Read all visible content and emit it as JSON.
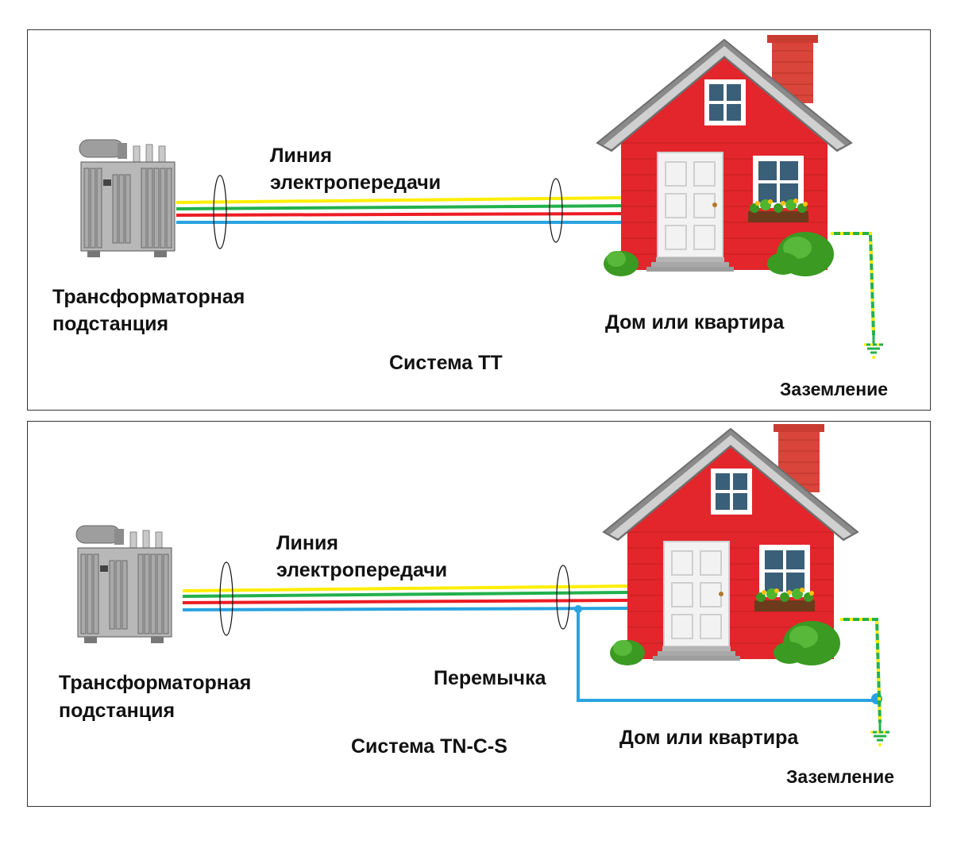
{
  "panels": [
    {
      "id": "tt",
      "system_label": "Система ТТ",
      "line_label": [
        "Линия",
        "электропередачи"
      ],
      "substation_label": [
        "Трансформаторная",
        "подстанция"
      ],
      "house_label": "Дом или квартира",
      "ground_label": "Заземление"
    },
    {
      "id": "tncs",
      "system_label": "Система TN-C-S",
      "line_label": [
        "Линия",
        "электропередачи"
      ],
      "substation_label": [
        "Трансформаторная",
        "подстанция"
      ],
      "house_label": "Дом или квартира",
      "ground_label": "Заземление",
      "jumper_label": "Перемычка"
    }
  ],
  "colors": {
    "wire_yellow": "#ffee00",
    "wire_green": "#22b14c",
    "wire_red": "#ed1c24",
    "wire_blue": "#29a3e0",
    "house_wall": "#e2262b",
    "roof": "#8a8a8a",
    "door": "#f2f2f2",
    "bush": "#3a9a22",
    "chimney": "#d9453a"
  },
  "icons": [
    "transformer-icon",
    "house-icon",
    "ground-symbol-icon",
    "cable-clamp-icon"
  ]
}
